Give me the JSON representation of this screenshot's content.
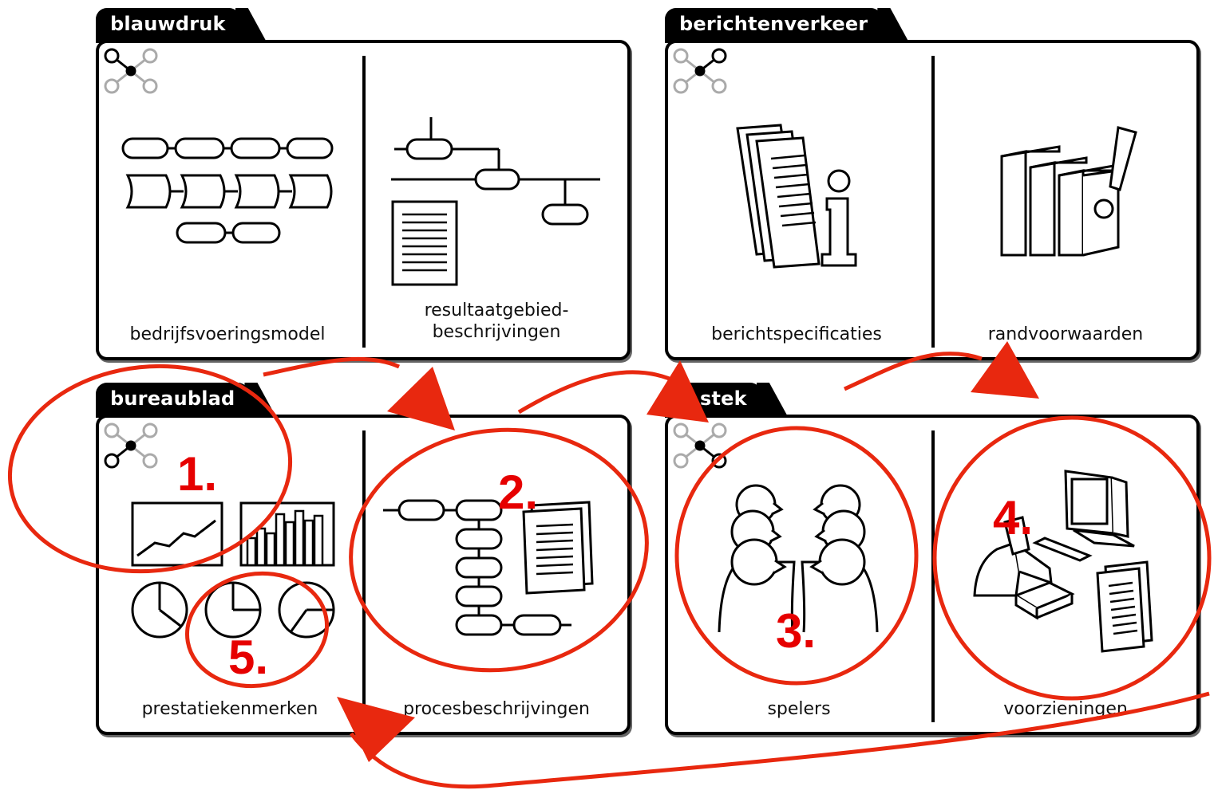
{
  "panels": {
    "blauwdruk": {
      "title": "blauwdruk",
      "left_caption": "bedrijfsvoeringsmodel",
      "right_caption": "resultaatgebied-\nbeschrijvingen"
    },
    "berichtenverkeer": {
      "title": "berichtenverkeer",
      "left_caption": "berichtspecificaties",
      "right_caption": "randvoorwaarden"
    },
    "bureaublad": {
      "title": "bureaublad",
      "left_caption": "prestatiekenmerken",
      "right_caption": "procesbeschrijvingen"
    },
    "gereedschapskist": {
      "title": "stek",
      "left_caption": "spelers",
      "right_caption": "voorzieningen"
    }
  },
  "annotations": {
    "color": "#e8280f",
    "number_color": "#e60000",
    "labels": [
      "1.",
      "2.",
      "3.",
      "4.",
      "5."
    ]
  }
}
